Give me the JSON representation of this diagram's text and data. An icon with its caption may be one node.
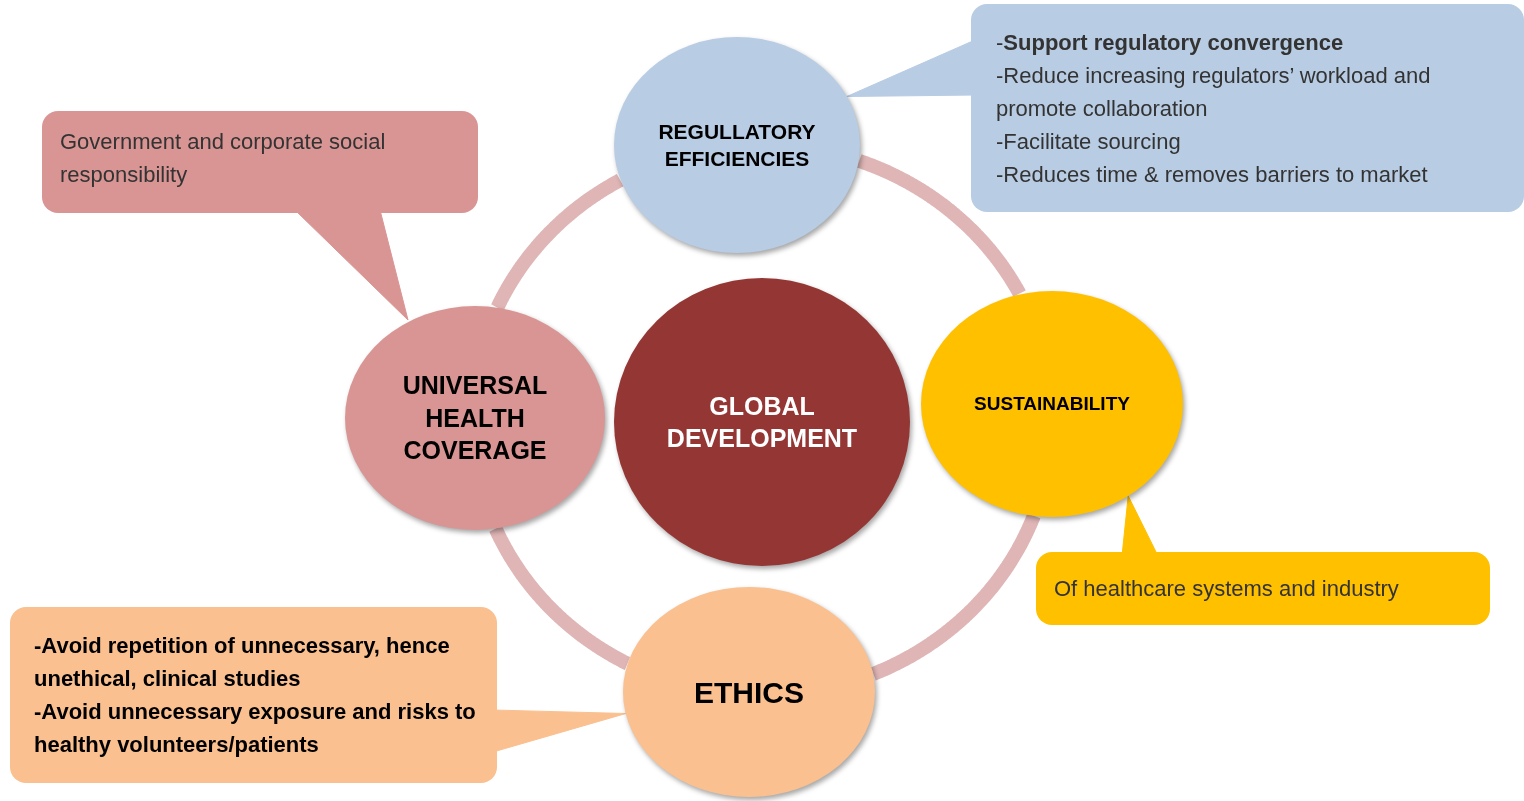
{
  "diagram": {
    "nodes": [
      {
        "text": [
          "GLOBAL DEVELOPMENT"
        ]
      },
      {
        "text": [
          "REGULLATORY EFFICIENCIES"
        ]
      },
      {
        "text": [
          "SUSTAINABILITY"
        ]
      },
      {
        "text": [
          "ETHICS"
        ]
      },
      {
        "text": [
          "UNIVERSAL HEALTH COVERAGE"
        ]
      },
      {
        "text": [
          "Government and corporate social responsibility"
        ]
      },
      {
        "text": [
          "-**Support regulatory convergence**",
          "-Reduce increasing regulators’  workload and promote collaboration",
          "-Facilitate sourcing",
          "-Reduces time & removes barriers to market"
        ]
      },
      {
        "text": [
          "Of healthcare systems and industry"
        ]
      },
      {
        "text": [
          "-**Avoid repetition of unnecessary, hence unethical, clinical studies**",
          "**-Avoid unnecessary exposure and risks to healthy volunteers/patients**"
        ]
      }
    ],
    "edges": [
      {
        "from": 1,
        "to": 2,
        "arrow": "none",
        "color": "#dfb5b5"
      },
      {
        "from": 2,
        "to": 3,
        "arrow": "none",
        "color": "#dfb5b5"
      },
      {
        "from": 3,
        "to": 4,
        "arrow": "none",
        "color": "#dfb5b5"
      },
      {
        "from": 4,
        "to": 1,
        "arrow": "none",
        "color": "#dfb5b5"
      },
      {
        "from": 5,
        "to": 4,
        "arrow": "to",
        "color": "#d99594"
      },
      {
        "from": 6,
        "to": 1,
        "arrow": "to",
        "color": "#b8cce4"
      },
      {
        "from": 7,
        "to": 2,
        "arrow": "to",
        "color": "#ffc000"
      },
      {
        "from": 8,
        "to": 3,
        "arrow": "to",
        "color": "#fac090"
      }
    ]
  }
}
